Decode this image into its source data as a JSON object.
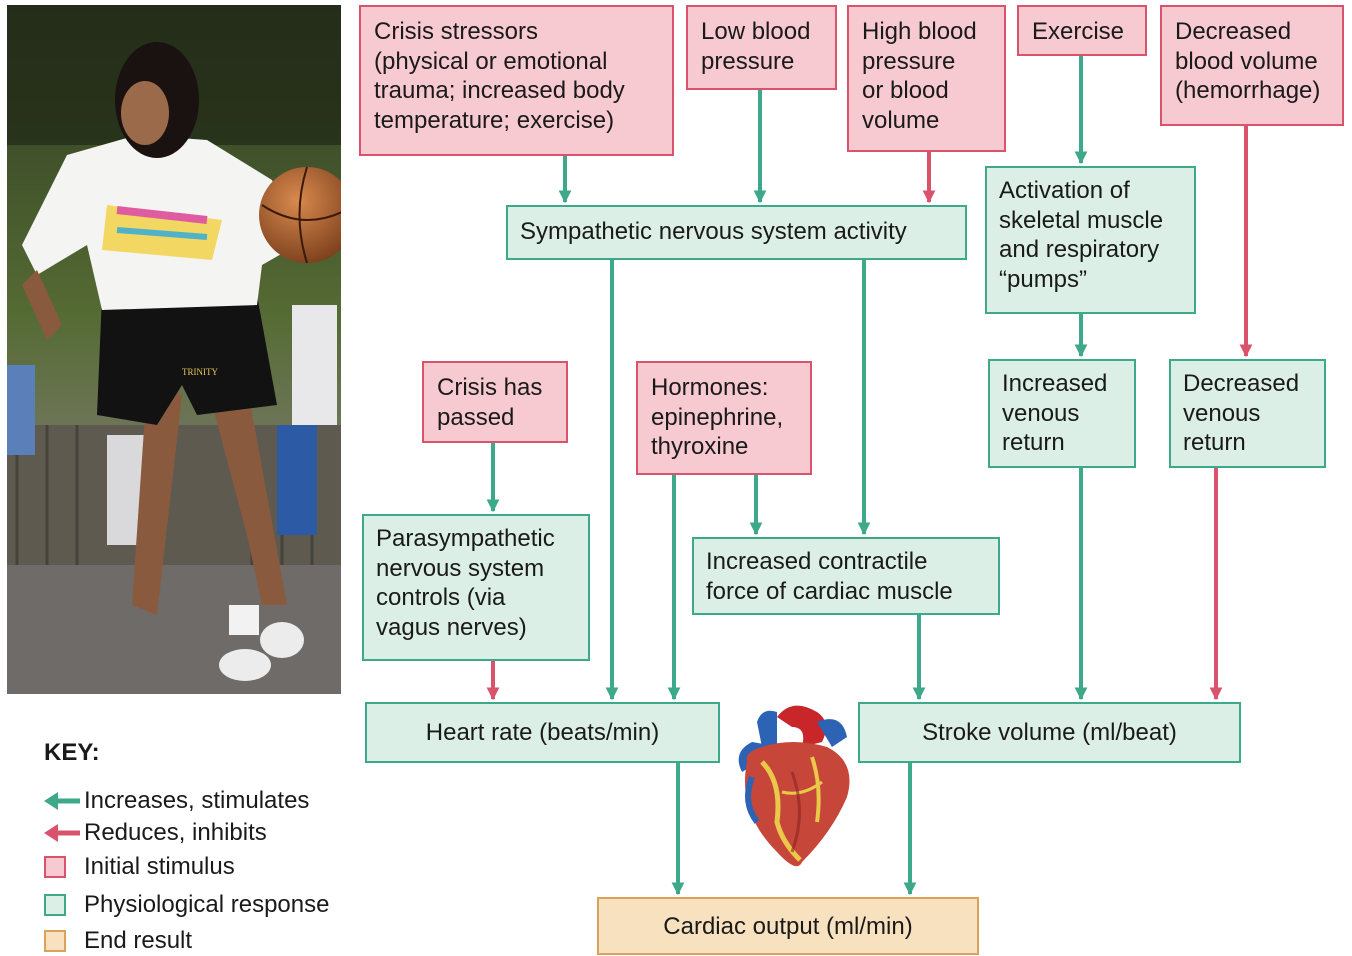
{
  "nodes": {
    "crisis_stressors": "Crisis stressors\n(physical or emotional\ntrauma; increased body\ntemperature; exercise)",
    "low_bp": "Low blood\npressure",
    "high_bp": "High blood\npressure\nor blood\nvolume",
    "exercise": "Exercise",
    "decreased_blood_volume": "Decreased\nblood volume\n(hemorrhage)",
    "sympathetic": "Sympathetic nervous system activity",
    "activation_pumps": "Activation of\nskeletal muscle\nand respiratory\n“pumps”",
    "crisis_passed": "Crisis has\npassed",
    "hormones": "Hormones:\nepinephrine,\nthyroxine",
    "increased_venous_return": "Increased\nvenous\nreturn",
    "decreased_venous_return": "Decreased\nvenous\nreturn",
    "parasympathetic": "Parasympathetic\nnervous system\ncontrols (via\nvagus nerves)",
    "contractile_force": "Increased contractile\nforce of cardiac muscle",
    "heart_rate": "Heart rate (beats/min)",
    "stroke_volume": "Stroke volume (ml/beat)",
    "cardiac_output": "Cardiac output (ml/min)"
  },
  "key": {
    "title": "KEY:",
    "increases": "Increases, stimulates",
    "reduces": "Reduces, inhibits",
    "initial": "Initial stimulus",
    "physiological": "Physiological response",
    "end_result": "End result"
  },
  "colors": {
    "stimulate_arrow": "#3ea88a",
    "inhibit_arrow": "#d9536d",
    "initial_fill": "#f7c9d1",
    "response_fill": "#dcefe6",
    "end_fill": "#f8e1bf"
  },
  "photo": {
    "jersey_text": "TRINITY"
  },
  "icons": {
    "illustration": "anatomical-heart-icon"
  }
}
